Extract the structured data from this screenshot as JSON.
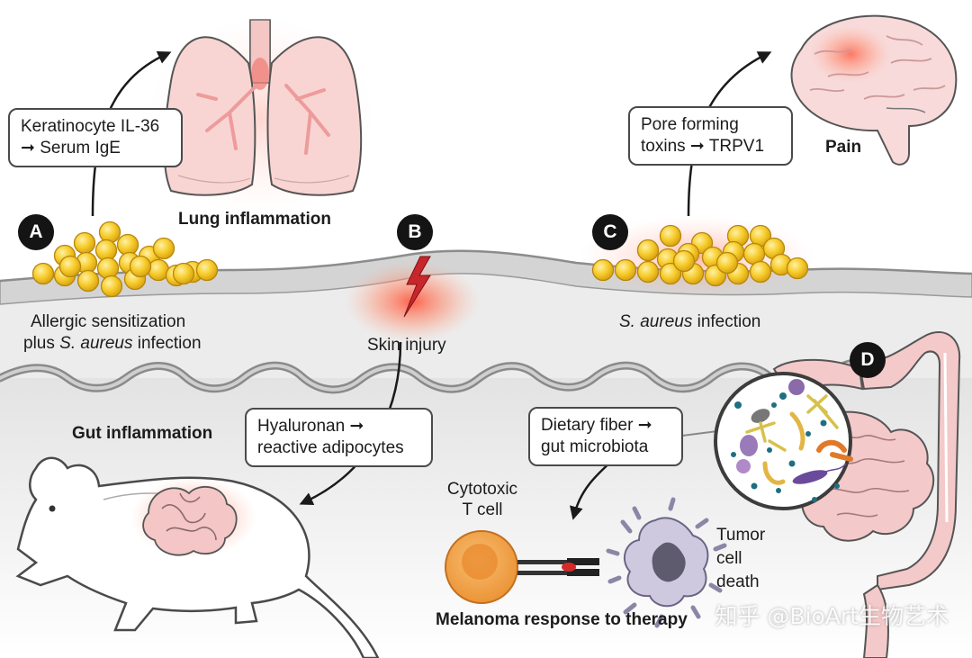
{
  "badges": {
    "a": "A",
    "b": "B",
    "c": "C",
    "d": "D"
  },
  "boxes": {
    "keratinocyte": {
      "line1": "Keratinocyte IL-36",
      "line2": "Serum IgE"
    },
    "pore": {
      "line1": "Pore forming",
      "line2_prefix": "toxins",
      "line2_suffix": "TRPV1"
    },
    "hyaluronan": {
      "line1": "Hyaluronan",
      "line2": "reactive adipocytes"
    },
    "dietary": {
      "line1": "Dietary fiber",
      "line2": "gut microbiota"
    }
  },
  "arrow_glyph": "➞",
  "labels": {
    "lung": "Lung inflammation",
    "pain": "Pain",
    "gut": "Gut inflammation",
    "skin_injury": "Skin injury",
    "allergic_line1": "Allergic sensitization",
    "allergic_prefix": "plus ",
    "allergic_italic": "S. aureus",
    "allergic_suffix": " infection",
    "saureus_italic": "S. aureus",
    "saureus_suffix": " infection",
    "cytotoxic_line1": "Cytotoxic",
    "cytotoxic_line2": "T cell",
    "tumor_line1": "Tumor",
    "tumor_line2": "cell",
    "tumor_line3": "death",
    "melanoma": "Melanoma response to therapy"
  },
  "watermark": "知乎 @BioArt生物艺术",
  "colors": {
    "staph": "#f5c825",
    "staph_outline": "#b8860b",
    "inflammation_glow": "#ff7a5c",
    "organ_pink": "#f7d3d0",
    "organ_line": "#555555",
    "skin_gray": "#d8d8d8",
    "tcell": "#f3a451",
    "tumor": "#c9c3dc",
    "injury_red": "#c8262c"
  },
  "icons": [
    "lung-icon",
    "brain-icon",
    "lightning-icon",
    "mouse-icon",
    "intestine-icon",
    "microbiota-icon",
    "t-cell-icon",
    "tumor-cell-icon"
  ]
}
